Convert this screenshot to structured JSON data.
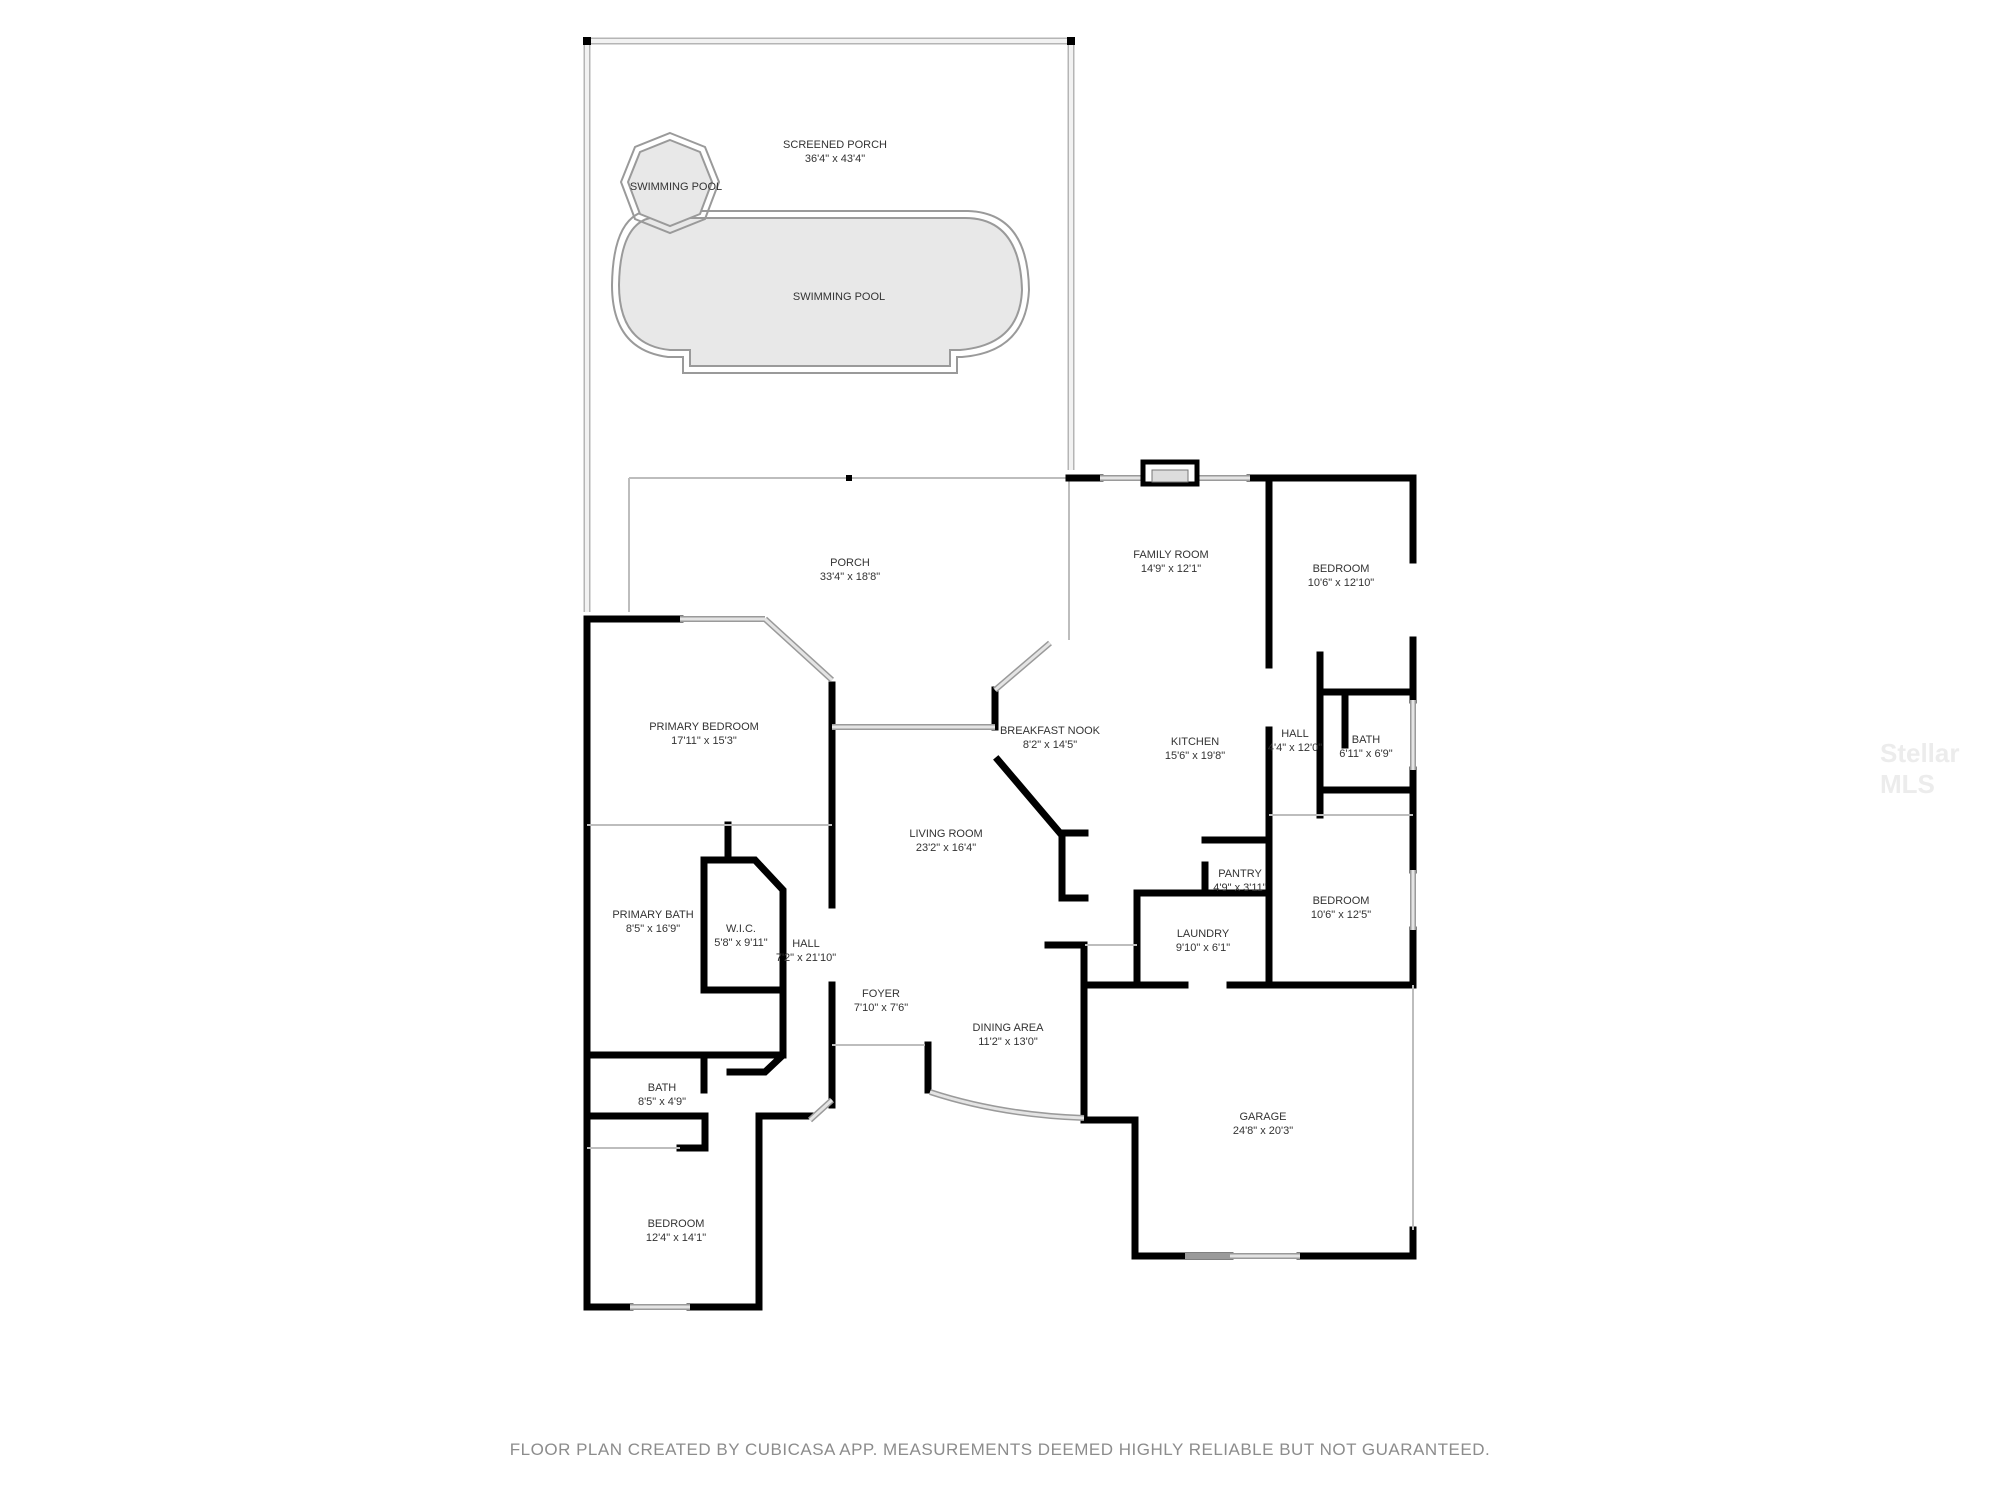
{
  "rooms": [
    {
      "name": "SCREENED PORCH",
      "dims": "36'4\" x 43'4\""
    },
    {
      "name": "SWIMMING POOL",
      "dims": ""
    },
    {
      "name": "SWIMMING POOL",
      "dims": ""
    },
    {
      "name": "PORCH",
      "dims": "33'4\" x 18'8\""
    },
    {
      "name": "FAMILY ROOM",
      "dims": "14'9\" x 12'1\""
    },
    {
      "name": "BEDROOM",
      "dims": "10'6\" x 12'10\""
    },
    {
      "name": "PRIMARY BEDROOM",
      "dims": "17'11\" x 15'3\""
    },
    {
      "name": "BREAKFAST NOOK",
      "dims": "8'2\" x 14'5\""
    },
    {
      "name": "KITCHEN",
      "dims": "15'6\" x 19'8\""
    },
    {
      "name": "HALL",
      "dims": "4'4\" x 12'0\""
    },
    {
      "name": "BATH",
      "dims": "6'11\" x 6'9\""
    },
    {
      "name": "LIVING ROOM",
      "dims": "23'2\" x 16'4\""
    },
    {
      "name": "PANTRY",
      "dims": "4'9\" x 3'11\""
    },
    {
      "name": "BEDROOM",
      "dims": "10'6\" x 12'5\""
    },
    {
      "name": "PRIMARY BATH",
      "dims": "8'5\" x 16'9\""
    },
    {
      "name": "W.I.C.",
      "dims": "5'8\" x 9'11\""
    },
    {
      "name": "HALL",
      "dims": "7'2\" x 21'10\""
    },
    {
      "name": "LAUNDRY",
      "dims": "9'10\" x 6'1\""
    },
    {
      "name": "FOYER",
      "dims": "7'10\" x 7'6\""
    },
    {
      "name": "DINING AREA",
      "dims": "11'2\" x 13'0\""
    },
    {
      "name": "GARAGE",
      "dims": "24'8\" x 20'3\""
    },
    {
      "name": "BATH",
      "dims": "8'5\" x 4'9\""
    },
    {
      "name": "BEDROOM",
      "dims": "12'4\" x 14'1\""
    }
  ],
  "footer": "FLOOR PLAN CREATED BY CUBICASA APP. MEASUREMENTS DEEMED HIGHLY RELIABLE BUT NOT GUARANTEED.",
  "watermark": "Stellar MLS",
  "colors": {
    "wall": "#000000",
    "pool_fill": "#e8e8e8",
    "window": "#9a9a9a",
    "footer_text": "#8c8c8c"
  }
}
